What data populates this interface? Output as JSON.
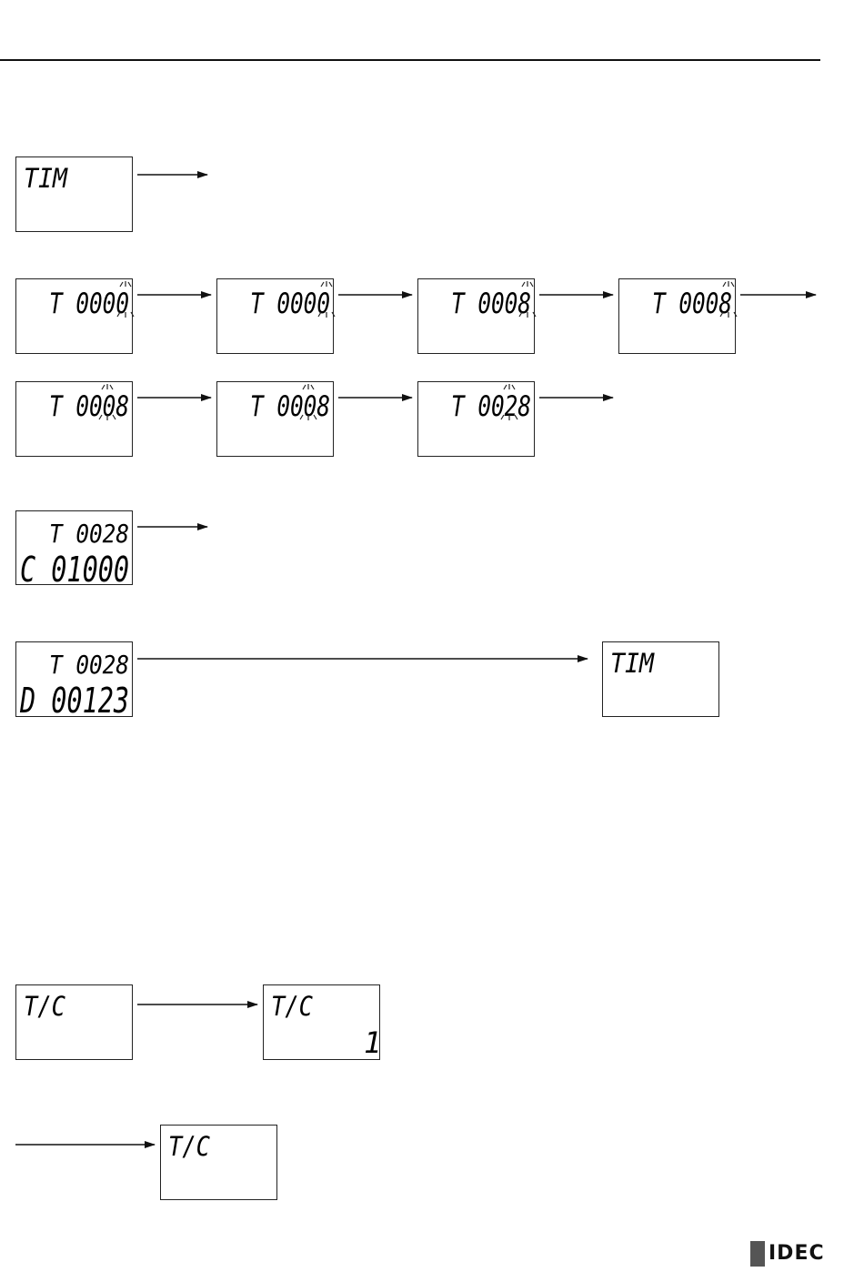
{
  "brand": "IDEC",
  "screens": [
    {
      "id": "tim-1",
      "line1": "TIM",
      "line2": "",
      "blink": null
    },
    {
      "id": "t0000-a",
      "line1": "T 0000",
      "line2": "",
      "blink": "digit4"
    },
    {
      "id": "t0000-b",
      "line1": "T 0000",
      "line2": "",
      "blink": "digit4"
    },
    {
      "id": "t0008-a",
      "line1": "T 0008",
      "line2": "",
      "blink": "digit4"
    },
    {
      "id": "t0008-b",
      "line1": "T 0008",
      "line2": "",
      "blink": "digit4"
    },
    {
      "id": "t0008-c",
      "line1": "T 0008",
      "line2": "",
      "blink": "digit3"
    },
    {
      "id": "t0008-d",
      "line1": "T 0008",
      "line2": "",
      "blink": "digit3"
    },
    {
      "id": "t0028",
      "line1": "T 0028",
      "line2": "",
      "blink": "digit3"
    },
    {
      "id": "t0028-preset",
      "line1": "T 0028",
      "line2": "C 01000",
      "blink": null
    },
    {
      "id": "t0028-current",
      "line1": "T 0028",
      "line2": "D 00123",
      "blink": null
    },
    {
      "id": "tim-2",
      "line1": "TIM",
      "line2": "",
      "blink": null
    },
    {
      "id": "tc-1",
      "line1": "T/C",
      "line2": "",
      "blink": null
    },
    {
      "id": "tc-2",
      "line1": "T/C",
      "line2": "1",
      "blink": null
    },
    {
      "id": "tc-3",
      "line1": "T/C",
      "line2": "",
      "blink": null
    }
  ]
}
